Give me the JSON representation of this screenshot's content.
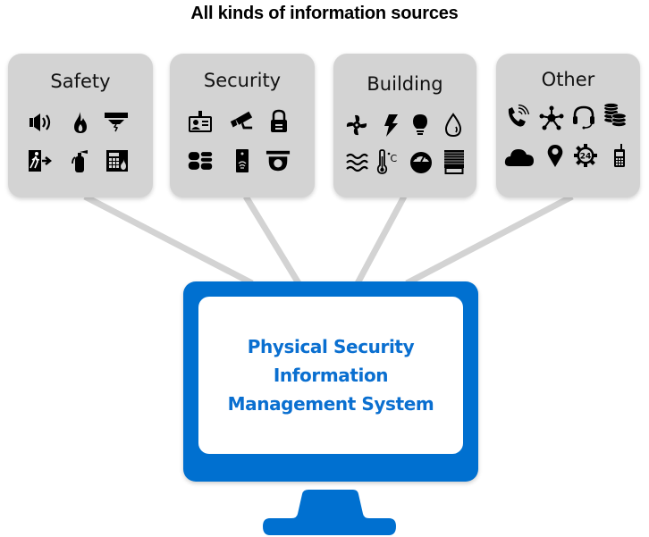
{
  "title": "All kinds of information sources",
  "colors": {
    "box_background": "#d3d3d3",
    "connector": "#d3d3d3",
    "monitor_blue": "#0070d0",
    "screen_text": "#0a6fd0"
  },
  "categories": [
    {
      "label": "Safety",
      "icons": [
        "speaker-alarm-icon",
        "flame-icon",
        "smoke-detector-icon",
        "emergency-exit-icon",
        "fire-extinguisher-icon",
        "fire-alarm-panel-icon"
      ]
    },
    {
      "label": "Security",
      "icons": [
        "id-badge-icon",
        "cctv-camera-icon",
        "padlock-icon",
        "keypad-icon",
        "card-reader-icon",
        "dome-camera-icon"
      ]
    },
    {
      "label": "Building",
      "icons": [
        "fan-icon",
        "lightning-icon",
        "light-bulb-icon",
        "water-drop-icon",
        "air-waves-icon",
        "thermometer-celsius-icon",
        "gauge-meter-icon",
        "window-blind-icon"
      ]
    },
    {
      "label": "Other",
      "icons": [
        "phone-call-icon",
        "network-hub-icon",
        "headset-icon",
        "coins-stack-icon",
        "cloud-icon",
        "location-pin-icon",
        "service-24h-icon",
        "mobile-radio-icon"
      ]
    }
  ],
  "system": {
    "lines": [
      "Physical Security",
      "Information",
      "Management System"
    ],
    "badge_24": "24",
    "celsius": "°C"
  }
}
